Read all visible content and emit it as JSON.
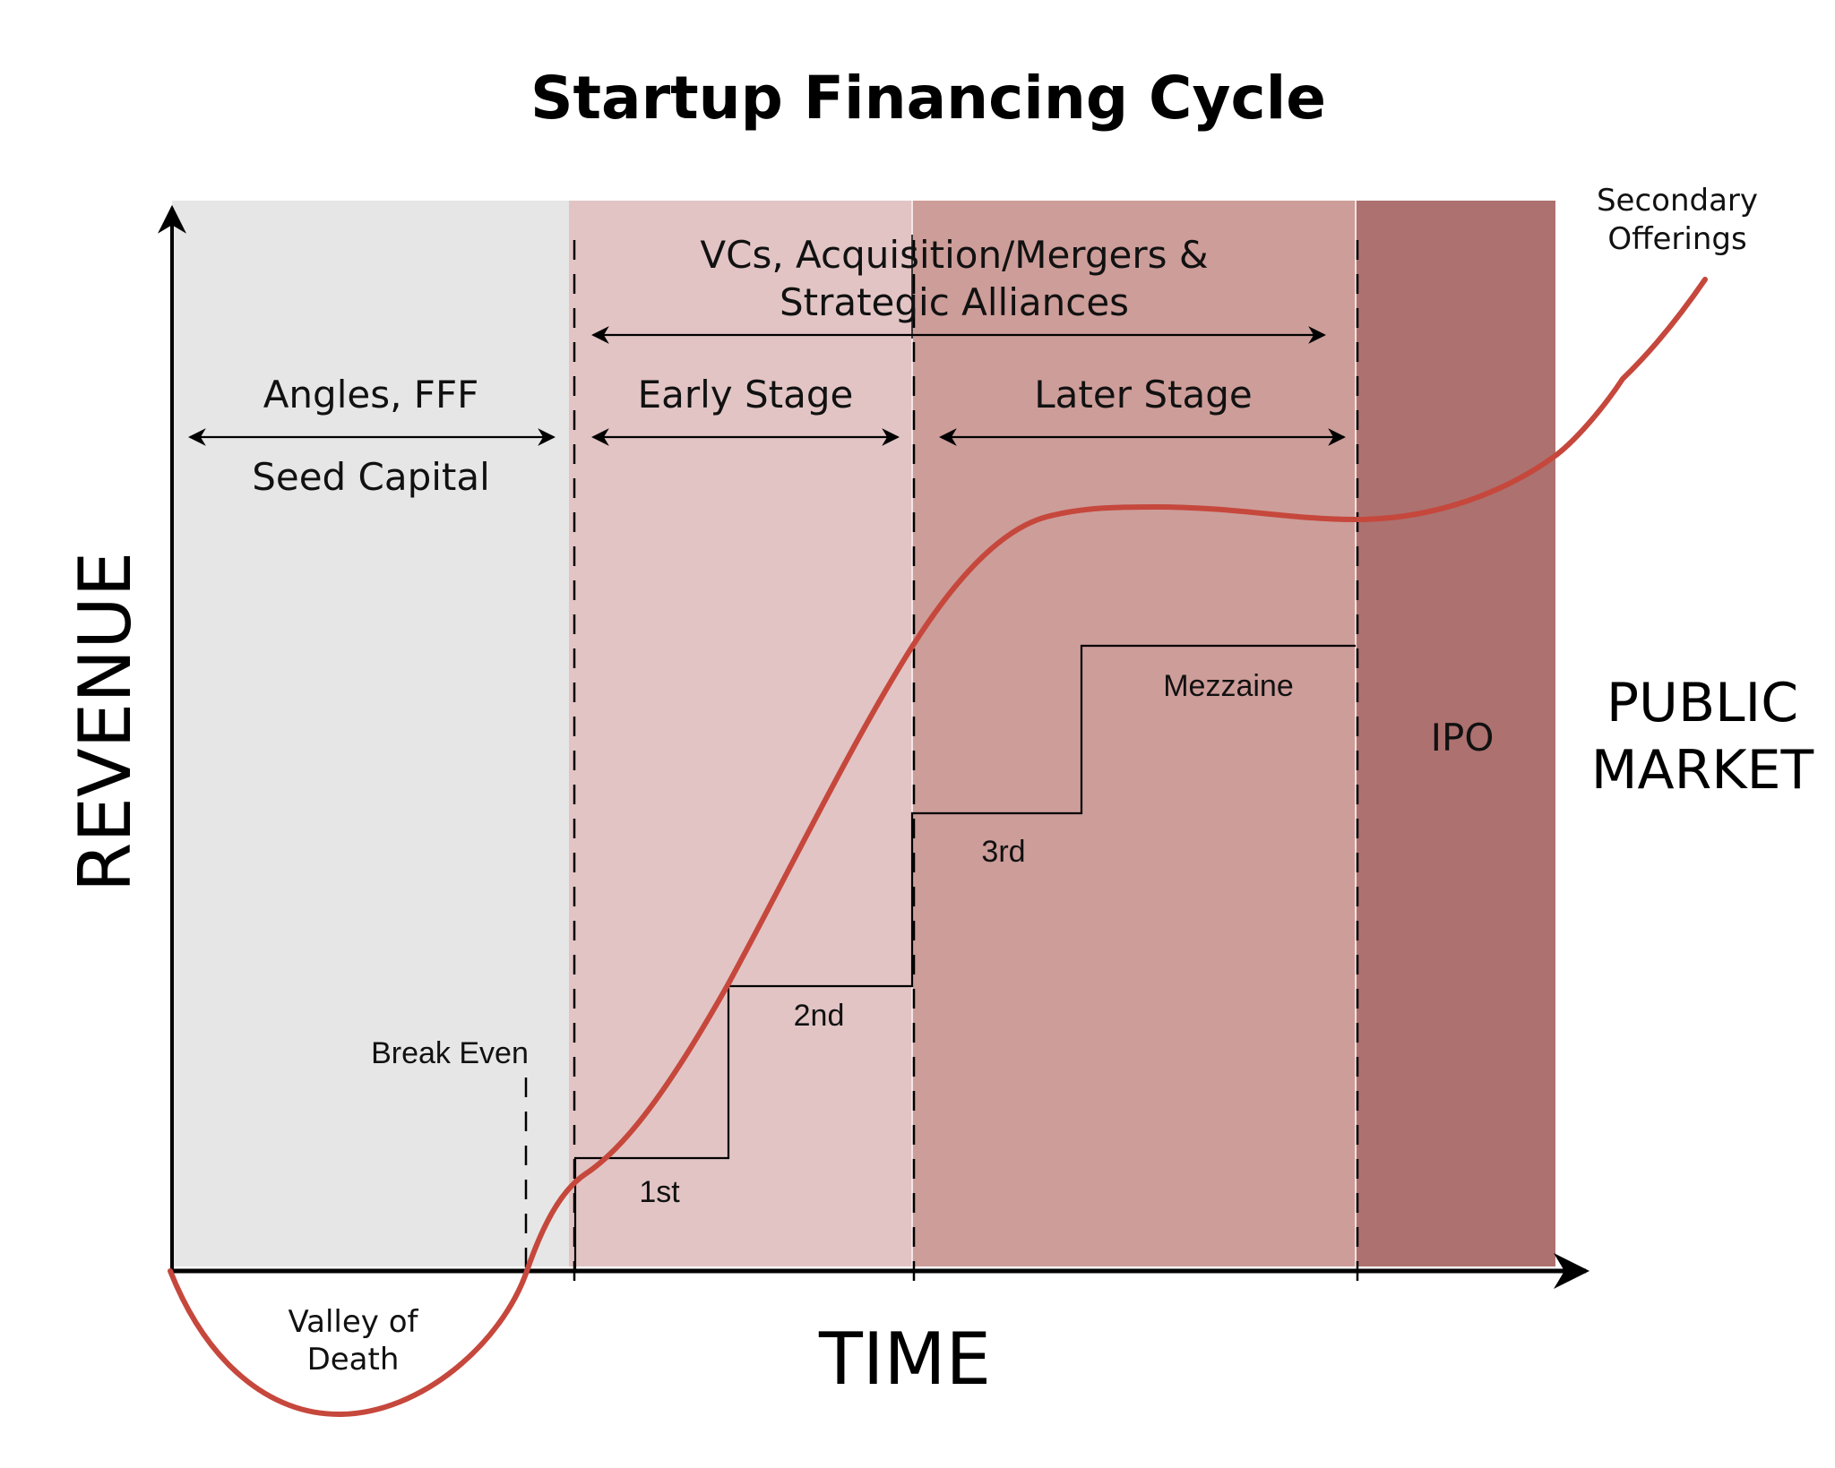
{
  "title": "Startup Financing Cycle",
  "axes": {
    "y_label": "REVENUE",
    "x_label": "TIME"
  },
  "panels": [
    {
      "id": "seed",
      "color": "#e6e6e6"
    },
    {
      "id": "early",
      "color": "#e2c4c4"
    },
    {
      "id": "later",
      "color": "#cd9d99"
    },
    {
      "id": "ipo",
      "color": "#ad716f"
    }
  ],
  "labels": {
    "angels": "Angles, FFF",
    "seed_capital": "Seed Capital",
    "vcs_line1": "VCs, Acquisition/Mergers &",
    "vcs_line2": "Strategic Alliances",
    "early_stage": "Early Stage",
    "later_stage": "Later Stage",
    "ipo": "IPO",
    "public_line1": "PUBLIC",
    "public_line2": "MARKET",
    "secondary_line1": "Secondary",
    "secondary_line2": "Offerings",
    "break_even": "Break Even",
    "valley_line1": "Valley of",
    "valley_line2": "Death"
  },
  "rounds": [
    "1st",
    "2nd",
    "3rd",
    "Mezzaine"
  ],
  "colors": {
    "curve": "#c6473c",
    "axis": "#000000"
  }
}
